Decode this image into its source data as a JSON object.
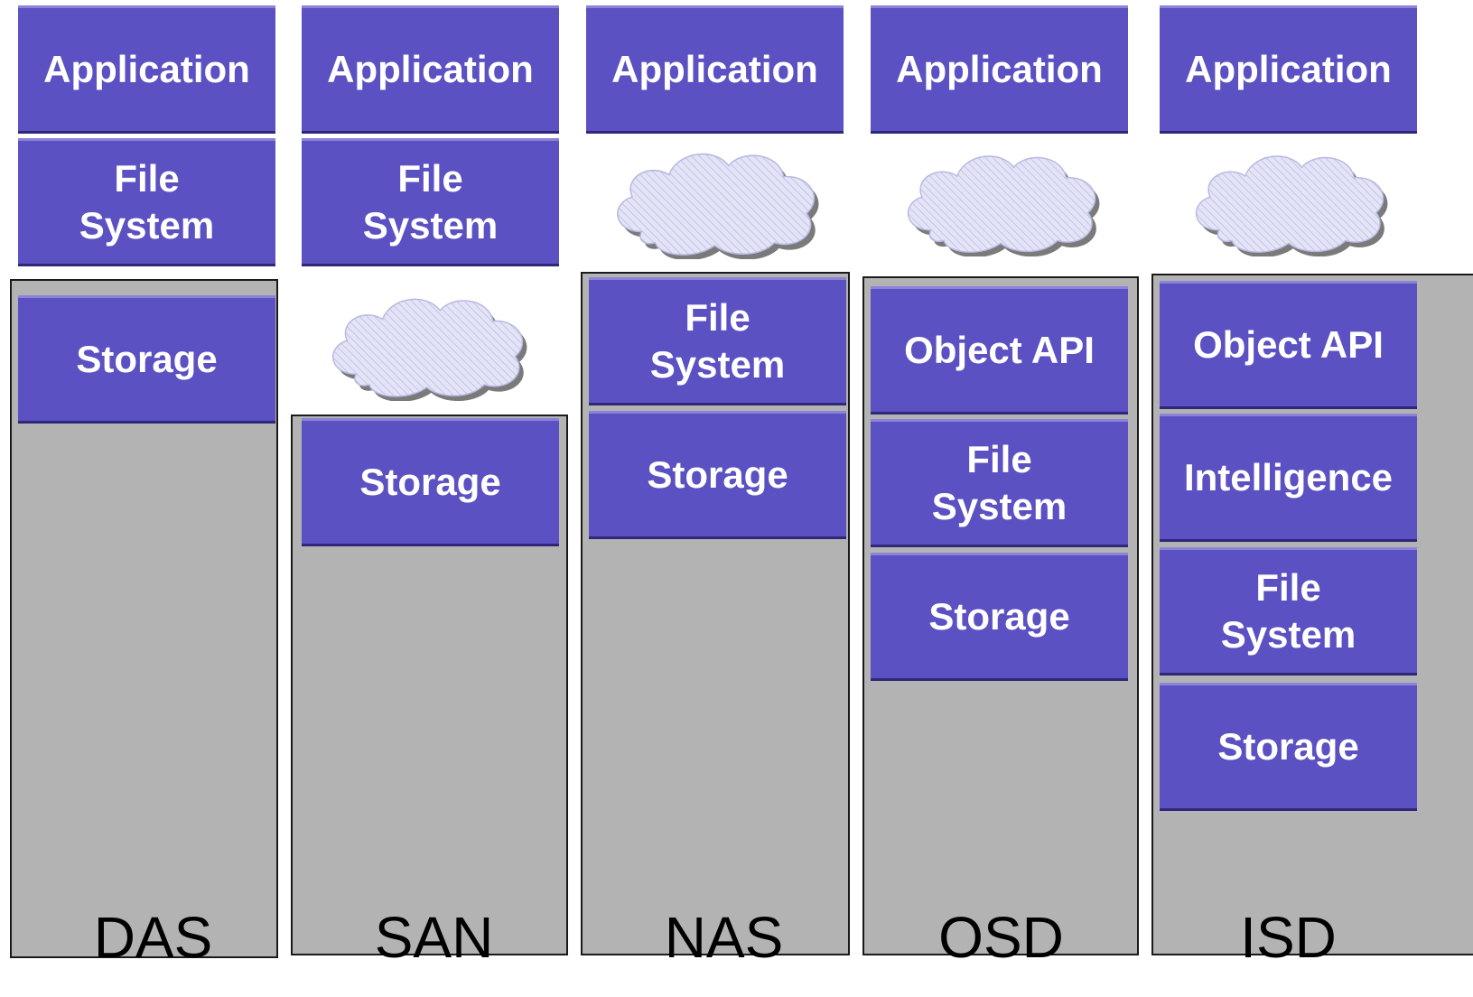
{
  "layers": {
    "application": "Application",
    "file_system": "File System",
    "storage": "Storage",
    "object_api": "Object API",
    "intelligence": "Intelligence"
  },
  "columns": [
    {
      "id": "das",
      "label": "DAS"
    },
    {
      "id": "san",
      "label": "SAN"
    },
    {
      "id": "nas",
      "label": "NAS"
    },
    {
      "id": "osd",
      "label": "OSD"
    },
    {
      "id": "isd",
      "label": "ISD"
    }
  ],
  "colors": {
    "block": "#5b51c2",
    "device": "#b3b3b3",
    "cloud": "#dcdcf5"
  },
  "icons": {
    "network": "cloud-icon"
  }
}
